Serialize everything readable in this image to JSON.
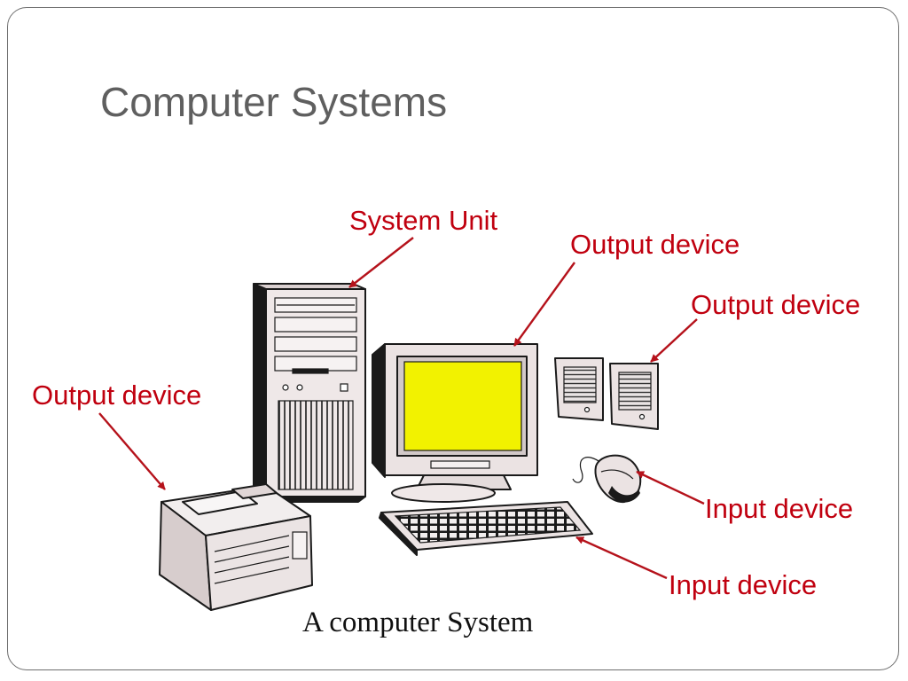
{
  "slide": {
    "title": "Computer Systems",
    "caption": "A computer System"
  },
  "labels": {
    "system_unit": "System Unit",
    "monitor": "Output device",
    "speakers": "Output device",
    "printer": "Output device",
    "mouse": "Input device",
    "keyboard": "Input device"
  },
  "colors": {
    "label_red": "#c0000f",
    "screen_yellow": "#f2f200",
    "title_gray": "#5f5f5f"
  }
}
